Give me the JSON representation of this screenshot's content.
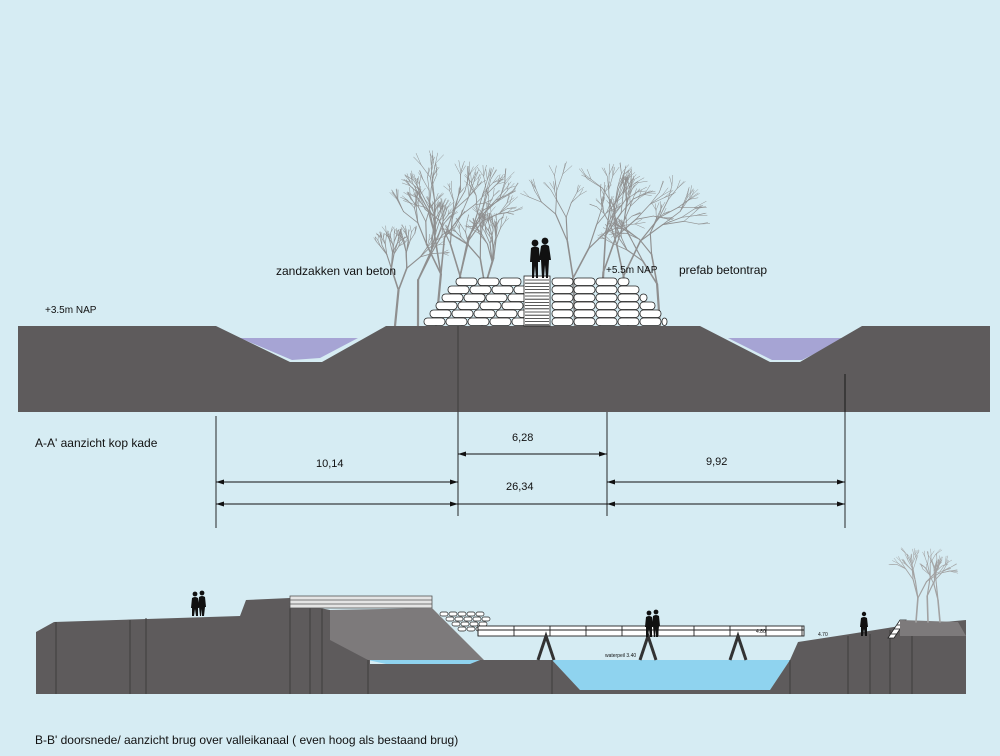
{
  "section_a": {
    "label_left": "zandzakken van beton",
    "label_right": "prefab betontrap",
    "level_left": "+3.5m NAP",
    "level_right": "+5.5m NAP",
    "caption": "A-A'   aanzicht kop kade",
    "dimensions": {
      "left": "10,14",
      "middle": "6,28",
      "right": "9,92",
      "total": "26,34"
    }
  },
  "section_b": {
    "caption": "B-B'   doorsnede/ aanzicht brug over valleikanaal ( even hoog als bestaand brug)",
    "water_label": "waterpeil 3.40",
    "bridge_level": "4.80",
    "bank_level": "4.70"
  },
  "colors": {
    "background": "#d6ecf3",
    "ground": "#5e5b5c",
    "water_a": "#a6a4d4",
    "water_b": "#8fd3ef",
    "tree": "#8f8f8f"
  }
}
